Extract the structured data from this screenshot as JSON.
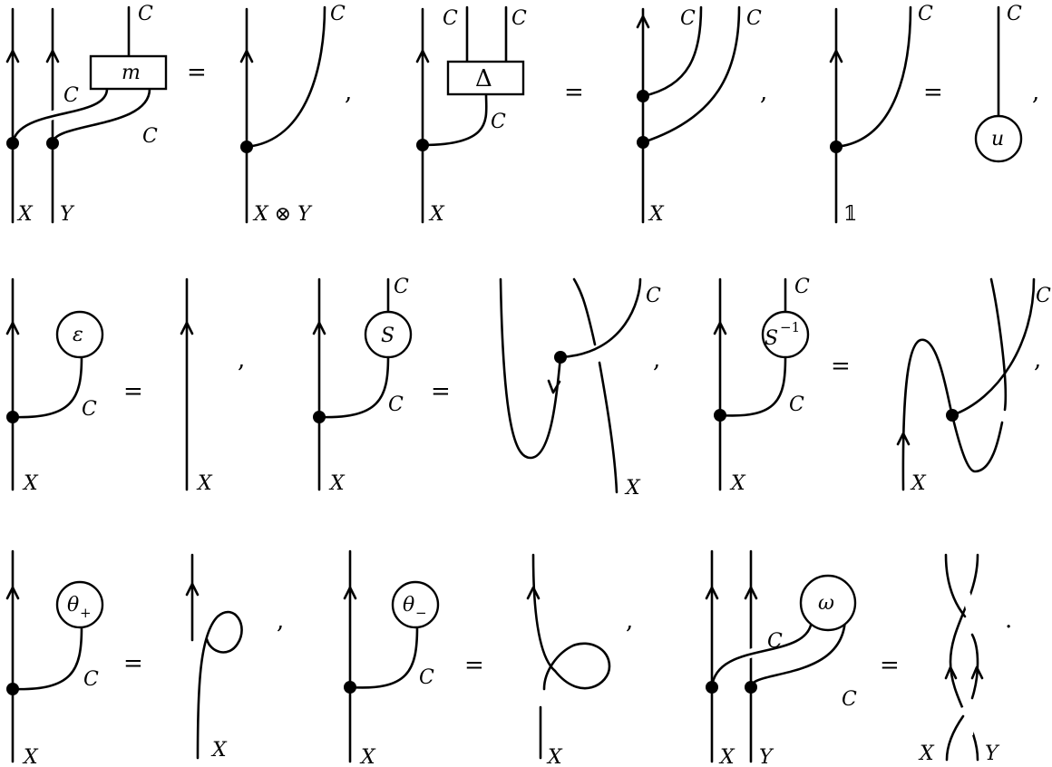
{
  "labels": {
    "C": "C",
    "X": "X",
    "Y": "Y",
    "XY": "X ⊗ Y",
    "one": "𝟙",
    "m": "m",
    "Delta": "Δ",
    "u": "u",
    "eps": "ε",
    "S": "S",
    "Sinv": "S",
    "Sinv_exp": "−1",
    "thp": "θ",
    "thp_sub": "+",
    "thm": "θ",
    "thm_sub": "−",
    "omega": "ω"
  },
  "punct": {
    "eq": "=",
    "comma": ",",
    "period": "."
  }
}
